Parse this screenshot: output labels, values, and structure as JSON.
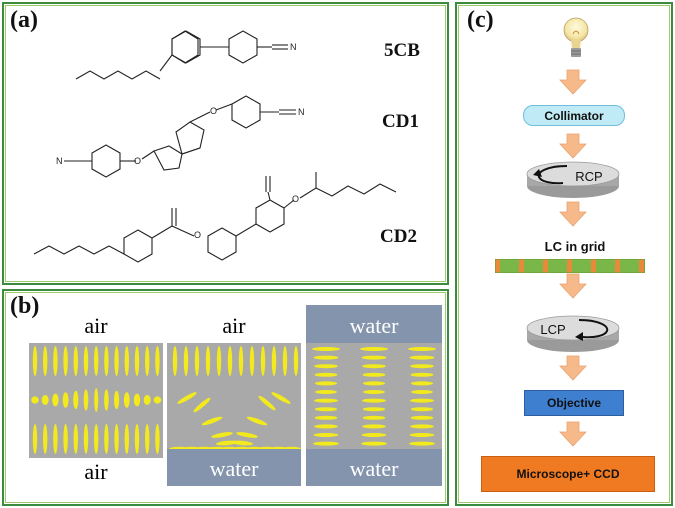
{
  "panels": {
    "a": {
      "label": "(a)",
      "compounds": [
        "5CB",
        "CD1",
        "CD2"
      ]
    },
    "b": {
      "label": "(b)",
      "cells": [
        {
          "top": "air",
          "bottom": "air"
        },
        {
          "top": "air",
          "bottom": "water"
        },
        {
          "top": "water",
          "bottom": "water"
        }
      ]
    },
    "c": {
      "label": "(c)",
      "steps": [
        "Collimator",
        "RCP",
        "LC in grid",
        "LCP",
        "Objective",
        "Microscope+ CCD"
      ]
    }
  },
  "colors": {
    "panel_border": "#3d8b3d",
    "mesogen": "#f2ea1d",
    "lc_background": "#a9a9a9",
    "water": "#8494ad",
    "arrow": "#f6b98a",
    "collimator": "#bfeaf6",
    "objective": "#3f7fd0",
    "microscope": "#f07a22"
  },
  "icons": [
    "light-bulb-icon",
    "down-arrow-icon",
    "polarizer-disk-icon",
    "rotation-arrow-icon"
  ]
}
